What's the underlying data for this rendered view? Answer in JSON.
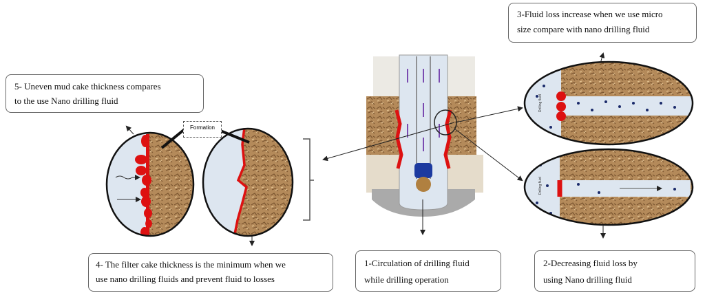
{
  "callouts": {
    "step1": [
      "1-Circulation of drilling fluid",
      "while drilling operation"
    ],
    "step2": [
      "2-Decreasing fluid loss by",
      "using Nano drilling fluid"
    ],
    "step3": [
      "3-Fluid loss increase when we use micro",
      "size compare with nano drilling fluid"
    ],
    "step4": [
      "4- The filter cake thickness is the minimum when we",
      "use nano drilling fluids and prevent fluid to losses"
    ],
    "step5": [
      "5- Uneven mud cake thickness compares",
      "to the use Nano drilling fluid"
    ]
  },
  "formation_label": "Formation",
  "oval_label": "Drilling fluid",
  "colors": {
    "rock": "#b48a5a",
    "fluid": "#dde6f0",
    "cake": "#dd1111",
    "particle": "#1a2a6a",
    "bit": "#1c3aa0",
    "arrow": "#7a4ab0"
  }
}
